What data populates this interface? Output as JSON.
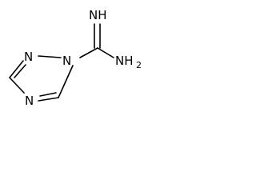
{
  "molecule": {
    "atoms": {
      "n4": "N",
      "n2": "N",
      "n1": "N",
      "imine": "NH",
      "amine": "NH",
      "amine_subscript": "2"
    },
    "bond_color": "#000000",
    "label_color": "#000000"
  }
}
